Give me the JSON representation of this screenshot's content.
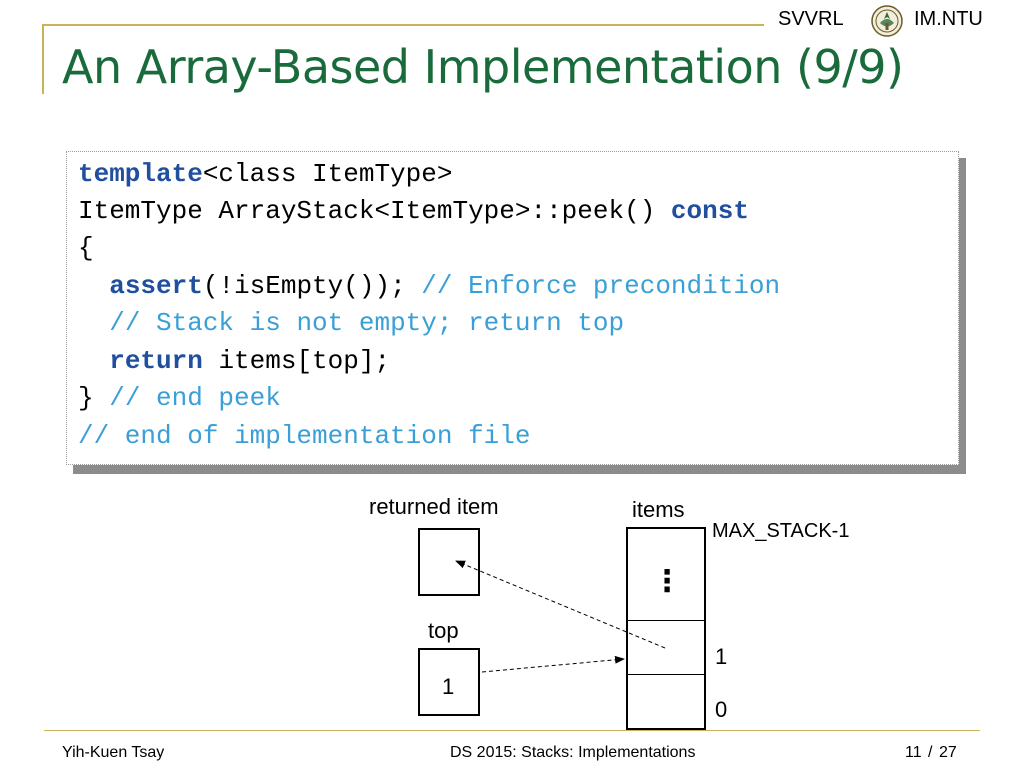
{
  "header": {
    "brand_left": "SVVRL",
    "brand_right": "IM.NTU",
    "seal_icon": "university-seal-icon"
  },
  "title": "An Array-Based Implementation (9/9)",
  "code": {
    "line1": {
      "kw": "template",
      "rest": "<class ItemType>"
    },
    "line2": {
      "text": "ItemType ArrayStack<ItemType>::peek() ",
      "kw": "const"
    },
    "line3": "{",
    "line4": {
      "indent": "  ",
      "kw": "assert",
      "text": "(!isEmpty()); ",
      "comment": "// Enforce precondition"
    },
    "line5": {
      "indent": "  ",
      "comment": "// Stack is not empty; return top"
    },
    "line6": {
      "indent": "  ",
      "kw": "return",
      "text": " items[top];"
    },
    "line7": {
      "text": "} ",
      "comment": "// end peek"
    },
    "line8": {
      "comment": "// end of implementation file"
    }
  },
  "diagram": {
    "returned_item_label": "returned item",
    "items_label": "items",
    "max_label": "MAX_STACK-1",
    "top_label": "top",
    "top_value": "1",
    "ellipsis": "⋮",
    "index_1": "1",
    "index_0": "0"
  },
  "footer": {
    "author": "Yih-Kuen Tsay",
    "course": "DS 2015: Stacks: Implementations",
    "page": "11",
    "separator": "/",
    "total": "27"
  },
  "colors": {
    "title": "#1a6b3c",
    "keyword": "#1f4f9e",
    "comment": "#3a9fd6",
    "rule": "#c9b25a"
  }
}
